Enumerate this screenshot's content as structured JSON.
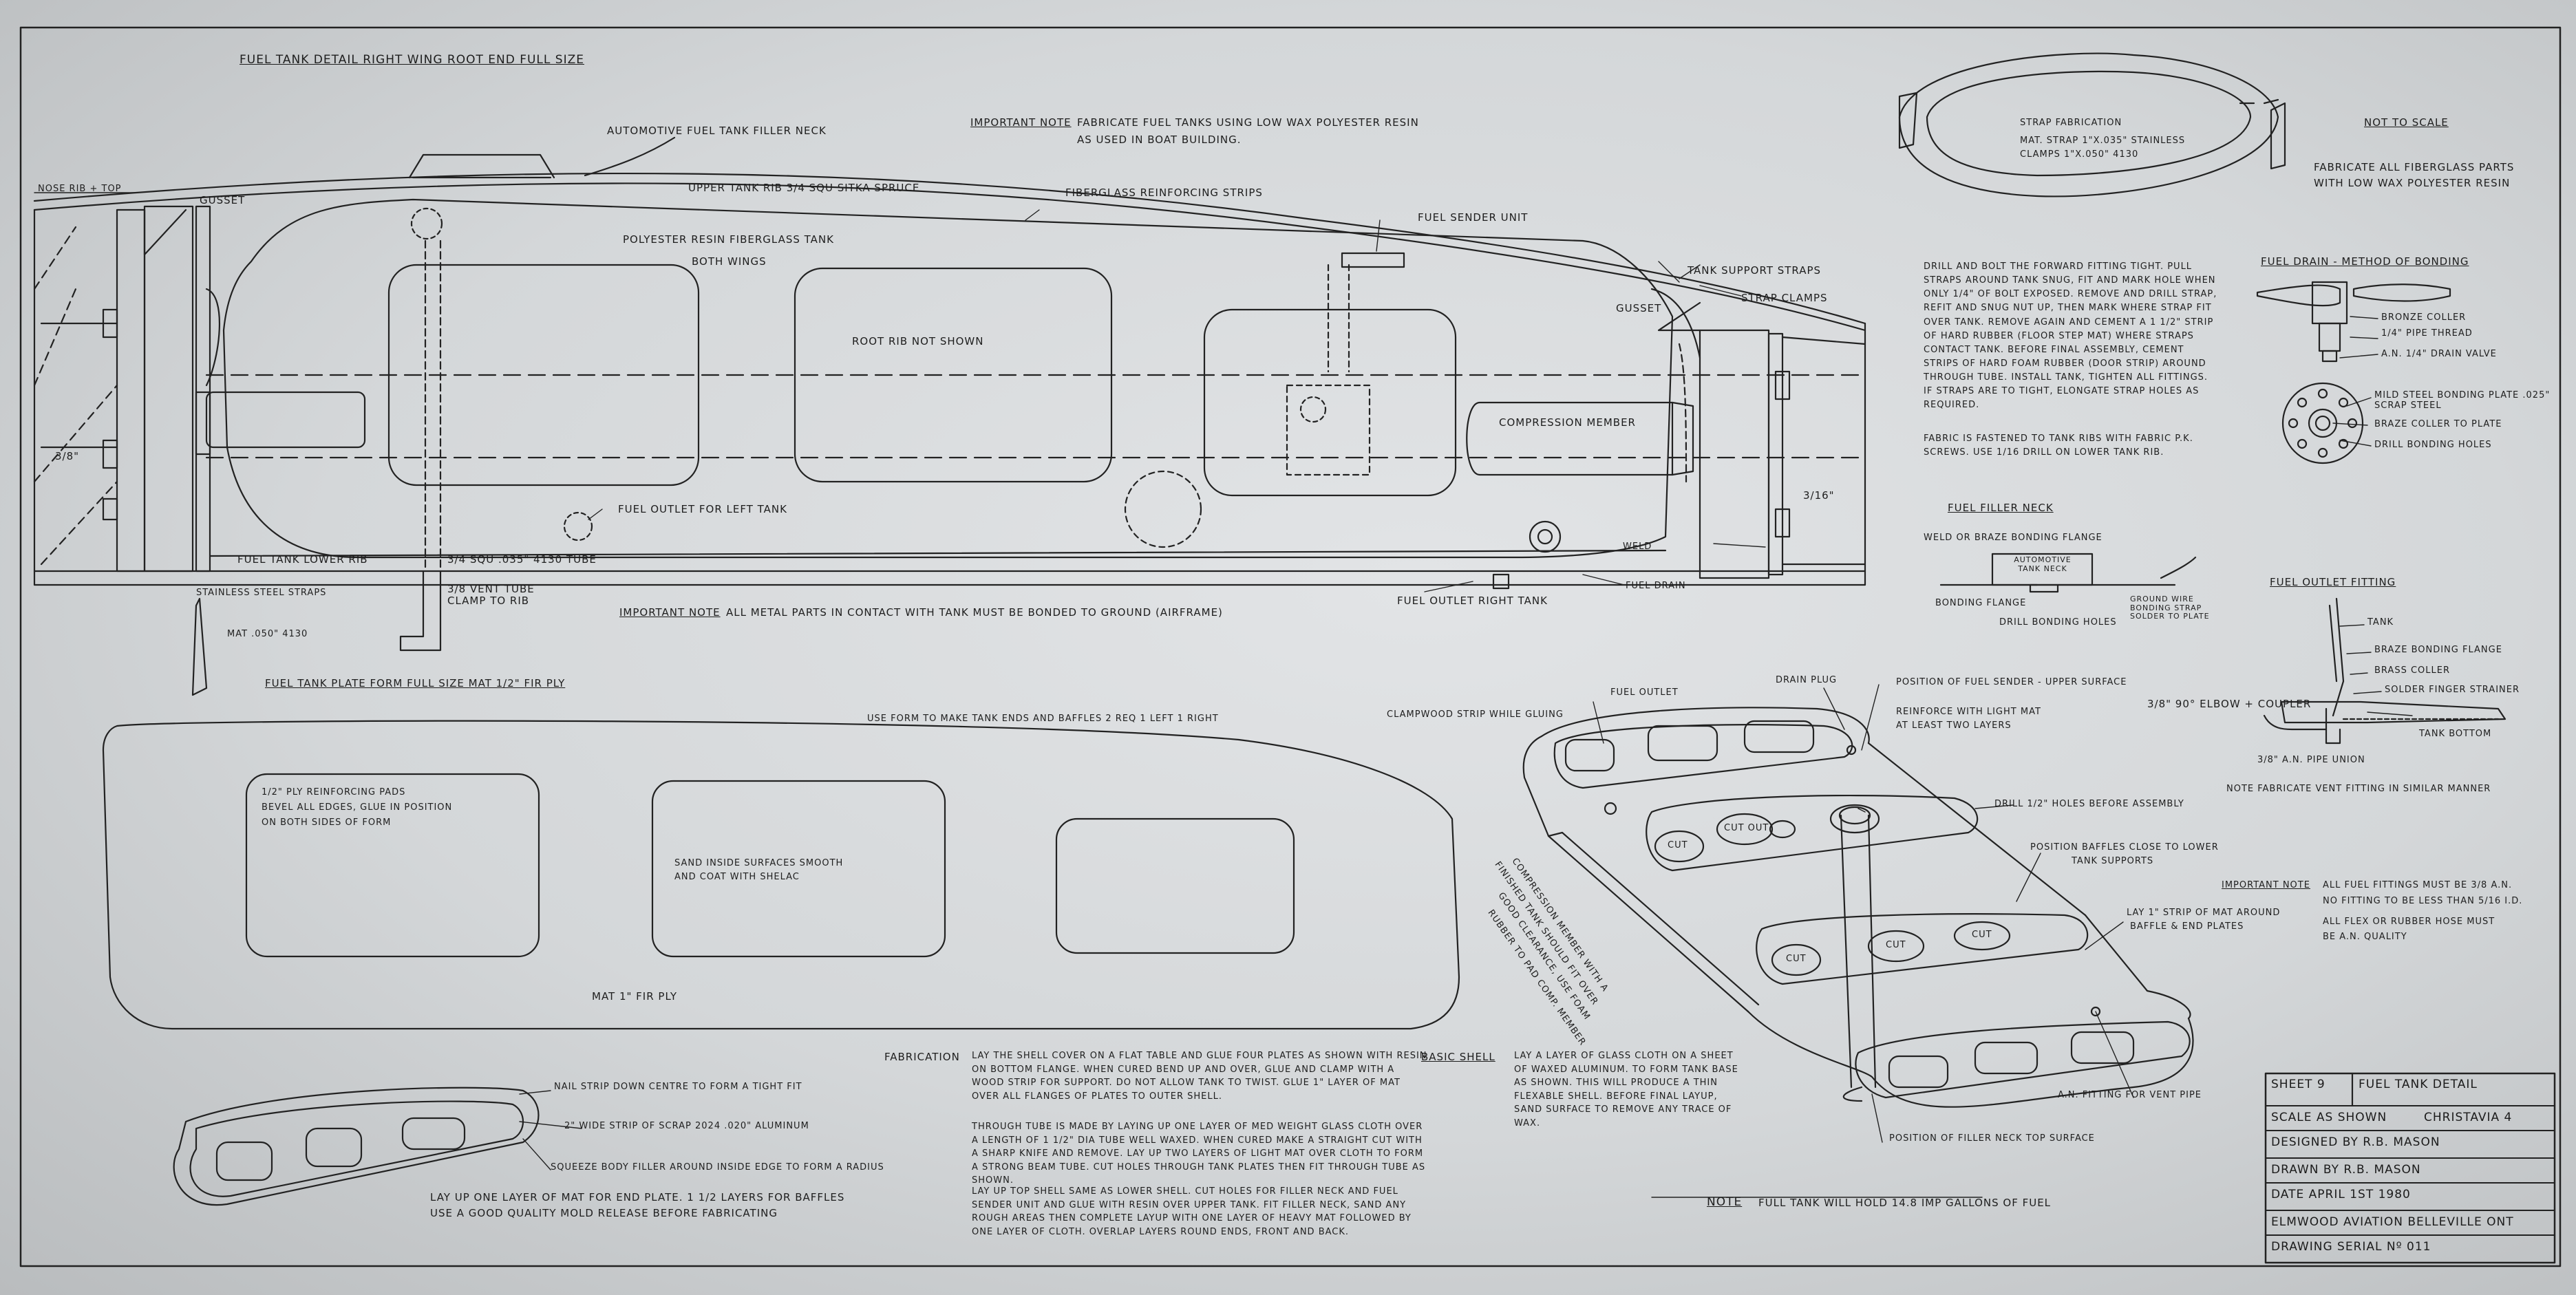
{
  "titles": {
    "main": "FUEL TANK DETAIL   RIGHT WING ROOT END   FULL SIZE",
    "plate_form": "FUEL TANK PLATE FORM   FULL SIZE   MAT 1/2\" FIR PLY",
    "not_to_scale": "NOT TO SCALE"
  },
  "main_labels": {
    "filler_neck": "AUTOMOTIVE FUEL TANK FILLER NECK",
    "nose_rib": "NOSE RIB + TOP",
    "gusset_left": "GUSSET",
    "upper_rib": "UPPER TANK RIB  3/4 SQU SITKA SPRUCE",
    "reinforcing": "FIBERGLASS REINFORCING STRIPS",
    "polyester_tank": "POLYESTER RESIN FIBERGLASS TANK",
    "both_wings": "BOTH WINGS",
    "sender_unit": "FUEL SENDER UNIT",
    "support_straps": "TANK SUPPORT STRAPS",
    "strap_clamps": "STRAP CLAMPS",
    "gusset_right": "GUSSET",
    "root_rib": "ROOT RIB NOT SHOWN",
    "compression": "COMPRESSION MEMBER",
    "outlet_left": "FUEL OUTLET FOR LEFT TANK",
    "lower_rib": "FUEL TANK LOWER RIB",
    "tube": "3/4 SQU .035\" 4130 TUBE",
    "stainless_straps": "STAINLESS STEEL STRAPS",
    "mat_4130": "MAT .050\" 4130",
    "vent_tube": "3/8 VENT TUBE CLAMP TO RIB",
    "outlet_right": "FUEL OUTLET RIGHT TANK",
    "fuel_drain": "FUEL DRAIN",
    "weld": "WELD",
    "dim_left": "3/8\"",
    "dim_right": "3/16\""
  },
  "important_note_1": {
    "label": "IMPORTANT NOTE",
    "text": "FABRICATE FUEL TANKS USING LOW WAX POLYESTER RESIN",
    "text2": "AS USED IN BOAT BUILDING."
  },
  "important_note_2": {
    "label": "IMPORTANT NOTE",
    "text": "ALL METAL PARTS IN CONTACT WITH TANK MUST BE BONDED TO GROUND (AIRFRAME)"
  },
  "strap_fab": {
    "title": "STRAP FABRICATION",
    "line1": "MAT. STRAP 1\"x.035\" STAINLESS",
    "line2": "CLAMPS 1\"x.050\" 4130"
  },
  "fabricate_note": {
    "line1": "FABRICATE ALL FIBERGLASS PARTS",
    "line2": "WITH LOW WAX POLYESTER RESIN"
  },
  "drill_paragraph": "DRILL AND BOLT THE FORWARD FITTING TIGHT. PULL STRAPS AROUND TANK SNUG, FIT AND MARK HOLE WHEN ONLY 1/4\" OF BOLT EXPOSED. REMOVE AND DRILL STRAP, REFIT AND SNUG NUT UP, THEN MARK WHERE STRAP FIT OVER TANK. REMOVE AGAIN AND CEMENT A 1 1/2\" STRIP OF HARD RUBBER (FLOOR STEP MAT) WHERE STRAPS CONTACT TANK. BEFORE FINAL ASSEMBLY, CEMENT STRIPS OF HARD FOAM RUBBER (DOOR STRIP) AROUND THROUGH TUBE. INSTALL TANK, TIGHTEN ALL FITTINGS. IF STRAPS ARE TO TIGHT, ELONGATE STRAP HOLES AS REQUIRED.",
  "fabric_paragraph": "FABRIC IS FASTENED TO TANK RIBS WITH FABRIC P.K. SCREWS. USE 1/16 DRILL ON LOWER TANK RIB.",
  "fuel_drain": {
    "title": "FUEL DRAIN - METHOD OF BONDING",
    "bronze": "BRONZE COLLER",
    "pipe": "1/4\" PIPE THREAD",
    "valve": "A.N. 1/4\" DRAIN VALVE",
    "plate": "MILD STEEL BONDING PLATE .025\" SCRAP STEEL",
    "braze": "BRAZE COLLER TO PLATE",
    "holes": "DRILL BONDING HOLES"
  },
  "filler_neck": {
    "title": "FUEL FILLER NECK",
    "weld": "WELD OR BRAZE BONDING FLANGE",
    "auto": "AUTOMOTIVE TANK NECK",
    "flange": "BONDING FLANGE",
    "ground": "GROUND WIRE BONDING STRAP SOLDER TO PLATE",
    "holes": "DRILL BONDING HOLES"
  },
  "outlet_fitting": {
    "title": "FUEL OUTLET FITTING",
    "tank": "TANK",
    "braze": "BRAZE BONDING FLANGE",
    "brass": "BRASS COLLER",
    "solder": "SOLDER FINGER STRAINER",
    "bottom": "TANK BOTTOM",
    "elbow": "3/8\" 90° ELBOW + COUPLER",
    "union": "3/8\" A.N. PIPE UNION",
    "note": "NOTE  FABRICATE VENT FITTING IN SIMILAR MANNER"
  },
  "important_note_3": {
    "label": "IMPORTANT NOTE",
    "line1": "ALL FUEL FITTINGS MUST BE 3/8 A.N.",
    "line2": "NO FITTING TO BE LESS THAN 5/16 I.D.",
    "line3": "ALL FLEX OR RUBBER HOSE MUST",
    "line4": "BE A.N. QUALITY"
  },
  "plate_form": {
    "use_form": "USE FORM TO MAKE TANK ENDS AND BAFFLES  2 REQ 1 LEFT 1 RIGHT",
    "pads1": "1/2\" PLY REINFORCING PADS",
    "pads2": "BEVEL ALL EDGES, GLUE IN POSITION",
    "pads3": "ON BOTH SIDES OF FORM",
    "sand1": "SAND INSIDE SURFACES SMOOTH",
    "sand2": "AND COAT WITH SHELAC",
    "mat": "MAT 1\" FIR PLY"
  },
  "iso": {
    "clampwood": "CLAMPWOOD STRIP WHILE GLUING",
    "outlet": "FUEL OUTLET",
    "drain_plug": "DRAIN PLUG",
    "sender_pos": "POSITION OF FUEL SENDER - UPPER SURFACE",
    "reinforce1": "REINFORCE WITH LIGHT MAT",
    "reinforce2": "AT LEAST TWO LAYERS",
    "drill": "DRILL 1/2\" HOLES BEFORE ASSEMBLY",
    "baffles1": "POSITION BAFFLES CLOSE TO LOWER",
    "baffles2": "TANK SUPPORTS",
    "lay1": "LAY 1\" STRIP OF MAT AROUND",
    "lay2": "BAFFLE & END PLATES",
    "vent": "A.N. FITTING FOR VENT PIPE",
    "filler_pos": "POSITION OF FILLER NECK  TOP SURFACE",
    "cut": "CUT",
    "cut_out": "CUT OUT",
    "diag1": "FINISHED TANK SHOULD FIT OVER",
    "diag2": "COMPRESSION MEMBER WITH A",
    "diag3": "GOOD CLEARANCE, USE FOAM",
    "diag4": "RUBBER TO PAD COMP. MEMBER"
  },
  "end_plate": {
    "nail": "NAIL STRIP DOWN CENTRE TO FORM A TIGHT FIT",
    "strip": "2\" WIDE STRIP OF SCRAP 2024 .020\" ALUMINUM",
    "squeeze": "SQUEEZE BODY FILLER AROUND INSIDE EDGE TO FORM A RADIUS",
    "layup1": "LAY UP ONE LAYER OF MAT  FOR END PLATE. 1 1/2 LAYERS FOR BAFFLES",
    "layup2": "USE A GOOD QUALITY MOLD RELEASE BEFORE FABRICATING"
  },
  "fabrication": {
    "label": "FABRICATION",
    "p1": "LAY THE SHELL COVER ON A FLAT TABLE AND GLUE FOUR PLATES AS SHOWN WITH RESIN ON BOTTOM FLANGE. WHEN CURED BEND UP AND OVER, GLUE AND CLAMP WITH A WOOD STRIP FOR SUPPORT. DO NOT ALLOW TANK TO TWIST. GLUE 1\" LAYER OF MAT OVER ALL FLANGES OF PLATES TO OUTER SHELL.",
    "p2": "THROUGH TUBE IS MADE BY LAYING UP ONE LAYER OF MED WEIGHT GLASS CLOTH OVER A LENGTH OF 1 1/2\" DIA TUBE WELL WAXED. WHEN CURED MAKE A STRAIGHT CUT WITH A SHARP KNIFE AND REMOVE. LAY UP TWO LAYERS OF LIGHT MAT OVER CLOTH TO FORM A STRONG BEAM TUBE. CUT HOLES THROUGH TANK PLATES THEN FIT THROUGH TUBE AS SHOWN.",
    "p3": "LAY UP TOP SHELL SAME AS LOWER SHELL. CUT HOLES FOR FILLER NECK AND FUEL SENDER UNIT AND GLUE WITH RESIN OVER UPPER TANK. FIT FILLER NECK, SAND ANY ROUGH AREAS THEN COMPLETE LAYUP WITH ONE LAYER OF HEAVY MAT FOLLOWED BY ONE LAYER OF CLOTH. OVERLAP LAYERS ROUND ENDS, FRONT AND BACK."
  },
  "basic_shell": {
    "label": "BASIC SHELL",
    "text": "LAY A LAYER OF GLASS CLOTH ON A SHEET OF WAXED ALUMINUM. TO FORM TANK BASE AS SHOWN. THIS WILL PRODUCE A THIN FLEXABLE SHELL. BEFORE FINAL LAYUP, SAND SURFACE TO REMOVE ANY TRACE OF WAX."
  },
  "capacity_note": {
    "label": "NOTE",
    "text": "FULL TANK WILL HOLD 14.8 IMP GALLONS OF FUEL"
  },
  "title_block": {
    "sheet": "SHEET 9",
    "title": "FUEL TANK DETAIL",
    "scale": "SCALE AS SHOWN",
    "aircraft": "CHRISTAVIA 4",
    "designed": "DESIGNED BY  R.B. MASON",
    "drawn": "DRAWN BY    R.B. MASON",
    "date": "DATE  APRIL 1ST 1980",
    "company": "ELMWOOD AVIATION BELLEVILLE ONT",
    "serial": "DRAWING SERIAL Nº 011"
  }
}
